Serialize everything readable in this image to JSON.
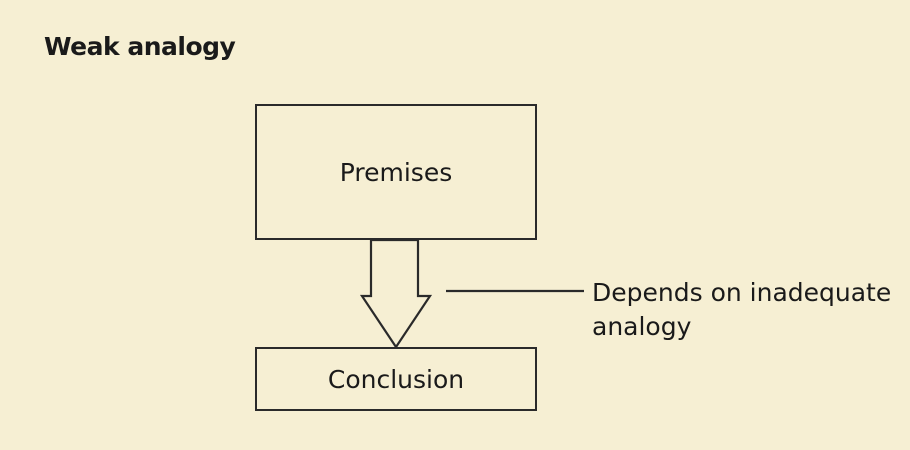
{
  "title": "Weak analogy",
  "nodes": {
    "premises": "Premises",
    "conclusion": "Conclusion"
  },
  "annotation": {
    "text": "Depends on inadequate analogy"
  },
  "colors": {
    "background": "#f6efd3",
    "stroke": "#2a2a2a"
  }
}
